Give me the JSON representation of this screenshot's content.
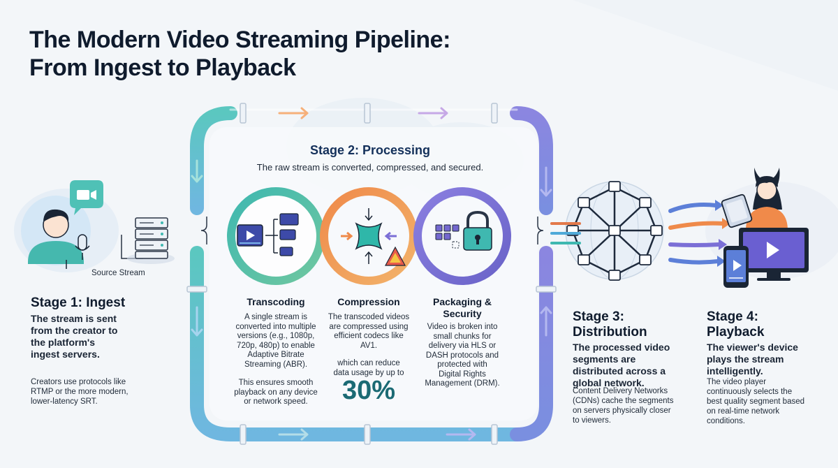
{
  "title": {
    "line1": "The Modern Video Streaming Pipeline:",
    "line2": "From Ingest to Playback"
  },
  "stage1": {
    "title": "Stage 1: Ingest",
    "lead": [
      "The stream is sent",
      "from the creator to",
      "the platform's",
      "ingest servers."
    ],
    "note": [
      "Creators use protocols like",
      "RTMP or the more modern,",
      "lower-latency SRT."
    ],
    "source_label": "Source Stream"
  },
  "stage2": {
    "title": "Stage 2: Processing",
    "subtitle": "The raw stream is converted, compressed, and secured.",
    "transcoding": {
      "title": "Transcoding",
      "body": [
        "A single stream is",
        "converted into multiple",
        "versions (e.g., 1080p,",
        "720p, 480p) to enable",
        "Adaptive Bitrate",
        "Streaming (ABR)."
      ],
      "body2": [
        "This ensures smooth",
        "playback on any device",
        "or network speed."
      ]
    },
    "compression": {
      "title": "Compression",
      "body": [
        "The transcoded videos",
        "are compressed using",
        "efficient codecs like",
        "AV1."
      ],
      "body2": [
        "which can reduce",
        "data usage by up to"
      ],
      "percent": "30%"
    },
    "packaging": {
      "title_line1": "Packaging &",
      "title_line2": "Security",
      "body": [
        "Video is broken into",
        "small chunks for",
        "delivery via HLS or",
        "DASH protocols and",
        "protected with",
        "Digital Rights",
        "Management (DRM)."
      ]
    }
  },
  "stage3": {
    "title_line1": "Stage 3:",
    "title_line2": "Distribution",
    "lead": [
      "The processed video",
      "segments are",
      "distributed across a",
      "global network."
    ],
    "note": [
      "Content Delivery Networks",
      "(CDNs) cache the segments",
      "on servers physically closer",
      "to viewers."
    ]
  },
  "stage4": {
    "title_line1": "Stage 4:",
    "title_line2": "Playback",
    "lead": [
      "The viewer's device",
      "plays the stream",
      "intelligently."
    ],
    "note": [
      "The video player",
      "continuously selects the",
      "best quality segment based",
      "on real-time network",
      "conditions."
    ]
  },
  "colors": {
    "teal": "#3fb8b0",
    "orange": "#ef8a4a",
    "purple": "#7b6fd6",
    "navy": "#0f1b2d",
    "accent_percent": "#1b6a74"
  },
  "icons": [
    "video-camera-icon",
    "server-icon",
    "transcode-icon",
    "compression-icon",
    "lock-icon",
    "globe-network-icon",
    "tablet-icon",
    "monitor-icon",
    "phone-icon"
  ]
}
